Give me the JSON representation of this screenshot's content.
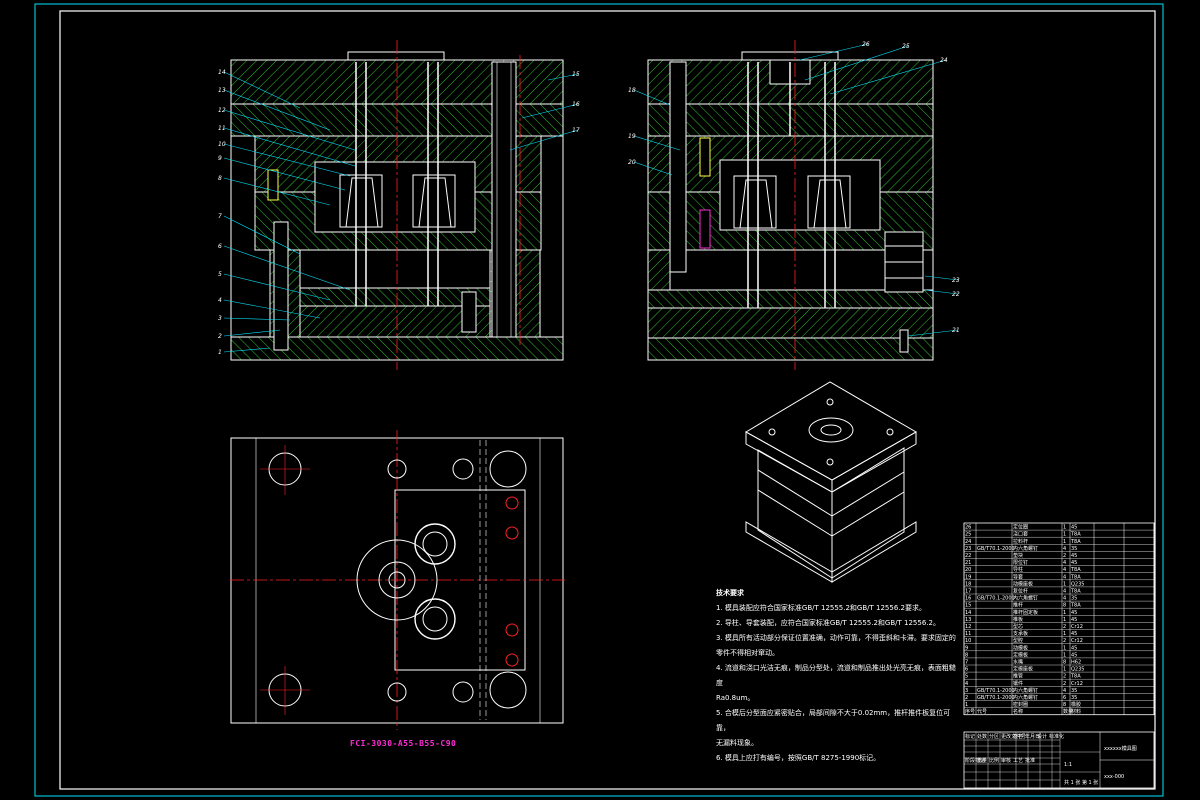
{
  "drawing": {
    "part_code": "FCI-3030-A55-B55-C90",
    "title_block_name": "xxxxxx模具图",
    "drawing_number": "xxx-000",
    "scale_text": "1:1",
    "sheet_text": "共 1 张 第 1 张"
  },
  "tech_notes": {
    "title": "技术要求",
    "items": [
      "1. 模具装配应符合国家标准GB/T 12555.2和GB/T 12556.2要求。",
      "2. 导柱、导套装配，应符合国家标准GB/T 12555.2和GB/T 12556.2。",
      "3. 模具所有活动部分保证位置准确，动作可靠，不得歪斜和卡滞。要求固定的",
      "   零件不得相对窜动。",
      "4. 流道和浇口光洁无痕，制品分型处，流道和制品推出处光亮无痕，表面粗糙度",
      "   Ra0.8um。",
      "5. 合模后分型面应紧密贴合，局部间隙不大于0.02mm，推杆推件板复位可靠，",
      "   无漏料现象。",
      "6. 模具上应打有编号，按照GB/T 8275-1990标记。"
    ]
  },
  "front_view_leaders": [
    "1",
    "2",
    "3",
    "4",
    "5",
    "6",
    "7",
    "8",
    "9",
    "10",
    "11",
    "12",
    "13",
    "14",
    "15",
    "16",
    "17"
  ],
  "side_view_leaders": [
    "18",
    "19",
    "20",
    "21",
    "22",
    "23",
    "24",
    "25",
    "26"
  ],
  "bom": {
    "rows": [
      {
        "no": "26",
        "code": "",
        "name": "定位圈",
        "qty": "1",
        "mat": "45"
      },
      {
        "no": "25",
        "code": "",
        "name": "浇口套",
        "qty": "1",
        "mat": "T8A"
      },
      {
        "no": "24",
        "code": "",
        "name": "拉料杆",
        "qty": "1",
        "mat": "T8A"
      },
      {
        "no": "23",
        "code": "GB/T70.1-2000",
        "name": "内六角螺钉",
        "qty": "4",
        "mat": "35"
      },
      {
        "no": "22",
        "code": "",
        "name": "垫块",
        "qty": "2",
        "mat": "45"
      },
      {
        "no": "21",
        "code": "",
        "name": "限位钉",
        "qty": "4",
        "mat": "45"
      },
      {
        "no": "20",
        "code": "",
        "name": "导柱",
        "qty": "4",
        "mat": "T8A"
      },
      {
        "no": "19",
        "code": "",
        "name": "导套",
        "qty": "4",
        "mat": "T8A"
      },
      {
        "no": "18",
        "code": "",
        "name": "动模座板",
        "qty": "1",
        "mat": "Q235"
      },
      {
        "no": "17",
        "code": "",
        "name": "复位杆",
        "qty": "4",
        "mat": "T8A"
      },
      {
        "no": "16",
        "code": "GB/T70.1-2000",
        "name": "内六角螺钉",
        "qty": "4",
        "mat": "35"
      },
      {
        "no": "15",
        "code": "",
        "name": "推杆",
        "qty": "8",
        "mat": "T8A"
      },
      {
        "no": "14",
        "code": "",
        "name": "推杆固定板",
        "qty": "1",
        "mat": "45"
      },
      {
        "no": "13",
        "code": "",
        "name": "推板",
        "qty": "1",
        "mat": "45"
      },
      {
        "no": "12",
        "code": "",
        "name": "型芯",
        "qty": "2",
        "mat": "Cr12"
      },
      {
        "no": "11",
        "code": "",
        "name": "支承板",
        "qty": "1",
        "mat": "45"
      },
      {
        "no": "10",
        "code": "",
        "name": "型腔",
        "qty": "2",
        "mat": "Cr12"
      },
      {
        "no": "9",
        "code": "",
        "name": "动模板",
        "qty": "1",
        "mat": "45"
      },
      {
        "no": "8",
        "code": "",
        "name": "定模板",
        "qty": "1",
        "mat": "45"
      },
      {
        "no": "7",
        "code": "",
        "name": "水嘴",
        "qty": "8",
        "mat": "H62"
      },
      {
        "no": "6",
        "code": "",
        "name": "定模座板",
        "qty": "1",
        "mat": "Q235"
      },
      {
        "no": "5",
        "code": "",
        "name": "推管",
        "qty": "2",
        "mat": "T8A"
      },
      {
        "no": "4",
        "code": "",
        "name": "镶件",
        "qty": "2",
        "mat": "Cr12"
      },
      {
        "no": "3",
        "code": "GB/T70.1-2000",
        "name": "内六角螺钉",
        "qty": "4",
        "mat": "35"
      },
      {
        "no": "2",
        "code": "GB/T70.1-2000",
        "name": "内六角螺钉",
        "qty": "6",
        "mat": "35"
      },
      {
        "no": "1",
        "code": "",
        "name": "密封圈",
        "qty": "8",
        "mat": "橡胶"
      }
    ],
    "header": [
      "序号",
      "代号",
      "名称",
      "数量",
      "材料"
    ]
  },
  "title_block": {
    "labels": [
      "标记",
      "处数",
      "分区",
      "更改文件号",
      "签名",
      "年月日",
      "设计",
      "标准化",
      "阶段标记",
      "重量",
      "比例",
      "审核",
      "工艺",
      "批准"
    ]
  },
  "colors": {
    "frame": "#00e5ff",
    "hatch": "#33cc33",
    "white": "#ffffff",
    "center": "#ff2020",
    "leader": "#00e5ff",
    "yellow": "#ffff44",
    "magenta": "#ff2bd6"
  }
}
